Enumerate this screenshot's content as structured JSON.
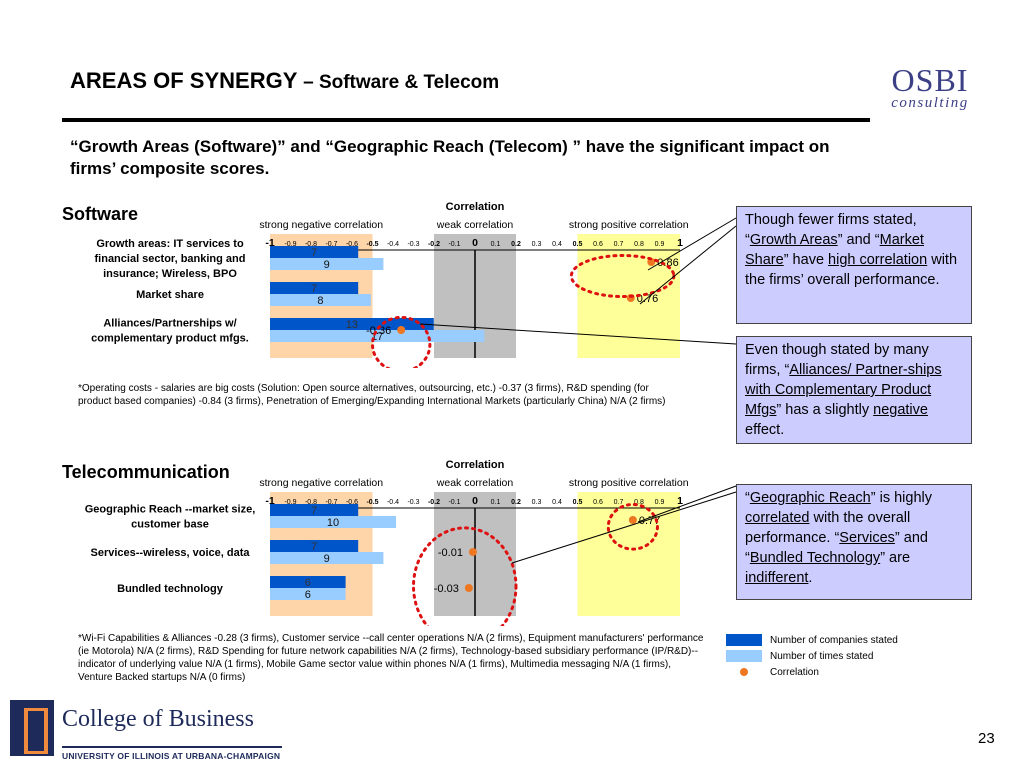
{
  "header": {
    "title_main": "AREAS OF SYNERGY",
    "title_sub": "– Software & Telecom",
    "logo_big": "OSBI",
    "logo_small": "consulting"
  },
  "headline": "“Growth Areas (Software)” and “Geographic Reach (Telecom) ” have the significant impact  on firms’ composite scores.",
  "colors": {
    "companies": "#0055c8",
    "times": "#99ccff",
    "correlation": "#ee7722",
    "neg_zone": "#fdd5a8",
    "weak_zone": "#c0c0c0",
    "pos_zone": "#ffff99",
    "circle": "#dd1111"
  },
  "chart_data": [
    {
      "type": "bar",
      "section_title": "Software",
      "title": "Correlation",
      "zone_labels": [
        "strong negative correlation",
        "weak correlation",
        "strong positive correlation"
      ],
      "axis_ticks": [
        "-1",
        "-0.9",
        "-0.8",
        "-0.7",
        "-0.6",
        "-0.5",
        "-0.4",
        "-0.3",
        "-0.2",
        "-0.1",
        "0",
        "0.1",
        "0.2",
        "0.3",
        "0.4",
        "0.5",
        "0.6",
        "0.7",
        "0.8",
        "0.9",
        "1"
      ],
      "xlim": [
        -1,
        1
      ],
      "zones": [
        [
          -1,
          -0.5
        ],
        [
          -0.2,
          0.2
        ],
        [
          0.5,
          1
        ]
      ],
      "categories": [
        [
          "Growth areas: IT services to",
          "financial sector, banking and",
          "insurance; Wireless, BPO"
        ],
        [
          "Market share"
        ],
        [
          "Alliances/Partnerships w/",
          "complementary product mfgs."
        ]
      ],
      "series": [
        {
          "name": "Number of companies stated",
          "values": [
            7,
            7,
            13
          ]
        },
        {
          "name": "Number of times stated",
          "values": [
            9,
            8,
            17
          ]
        },
        {
          "name": "Correlation",
          "values": [
            0.86,
            0.76,
            -0.36
          ]
        }
      ],
      "circles": [
        {
          "x": 0.72,
          "y": 0.5,
          "rx": 0.25,
          "ry": 0.57
        },
        {
          "x": -0.36,
          "y": 2.4,
          "rx": 0.14,
          "ry": 0.75
        }
      ]
    },
    {
      "type": "bar",
      "section_title": "Telecommunication",
      "title": "Correlation",
      "zone_labels": [
        "strong negative correlation",
        "weak correlation",
        "strong positive correlation"
      ],
      "axis_ticks": [
        "-1",
        "-0.9",
        "-0.8",
        "-0.7",
        "-0.6",
        "-0.5",
        "-0.4",
        "-0.3",
        "-0.2",
        "-0.1",
        "0",
        "0.1",
        "0.2",
        "0.3",
        "0.4",
        "0.5",
        "0.6",
        "0.7",
        "0.8",
        "0.9",
        "1"
      ],
      "xlim": [
        -1,
        1
      ],
      "zones": [
        [
          -1,
          -0.5
        ],
        [
          -0.2,
          0.2
        ],
        [
          0.5,
          1
        ]
      ],
      "categories": [
        [
          "Geographic Reach --market size,",
          "customer base"
        ],
        [
          "Services--wireless, voice, data"
        ],
        [
          "Bundled technology"
        ]
      ],
      "series": [
        {
          "name": "Number of companies stated",
          "values": [
            7,
            7,
            6
          ]
        },
        {
          "name": "Number of times stated",
          "values": [
            10,
            9,
            6
          ]
        },
        {
          "name": "Correlation",
          "values": [
            0.77,
            -0.01,
            -0.03
          ]
        }
      ],
      "circles": [
        {
          "x": 0.77,
          "y": 0.3,
          "rx": 0.12,
          "ry": 0.62
        },
        {
          "x": -0.05,
          "y": 1.95,
          "rx": 0.25,
          "ry": 1.62
        }
      ]
    }
  ],
  "footnotes": {
    "software": "*Operating costs - salaries are big costs (Solution: Open source alternatives, outsourcing, etc.) -0.37 (3 firms), R&D spending (for product based companies) -0.84 (3 firms), Penetration of Emerging/Expanding International Markets (particularly China) N/A (2 firms)",
    "telecom": "*Wi-Fi Capabilities & Alliances  -0.28 (3 firms), Customer service --call center operations N/A (2 firms), Equipment manufacturers' performance (ie Motorola) N/A (2 firms), R&D Spending for future network capabilities N/A (2 firms), Technology-based subsidiary performance (IP/R&D)--indicator of underlying value N/A (1 firms), Mobile Game sector value within phones N/A (1 firms), Multimedia messaging N/A (1 firms), Venture Backed startups N/A (0 firms)"
  },
  "callouts": {
    "c1": {
      "t1": "Though fewer firms stated, “",
      "u1": "Growth Areas",
      "t2": "” and “",
      "u2": "Market Share",
      "t3": "” have  ",
      "u3": "high correlation",
      "t4": " with the firms’ overall performance."
    },
    "c2": {
      "t1": "Even though stated by many firms, “",
      "u1": "Alliances/ Partner-ships with Complementary Product Mfgs",
      "t2": "” has a slightly ",
      "u2": "negative",
      "t3": " effect."
    },
    "c3": {
      "t1": "“",
      "u1": "Geographic Reach",
      "t2": "” is highly ",
      "u2": "correlated",
      "t3": " with the overall performance. “",
      "u3": "Services",
      "t4": "” and “",
      "u4": "Bundled Technology",
      "t5": "” are",
      "u5": " indifferent",
      "t6": "."
    }
  },
  "legend": {
    "companies": "Number of companies stated",
    "times": "Number of times stated",
    "correlation": "Correlation"
  },
  "footer": {
    "page_number": "23",
    "college_name": "College of Business",
    "university": "UNIVERSITY OF ILLINOIS AT URBANA-CHAMPAIGN"
  }
}
